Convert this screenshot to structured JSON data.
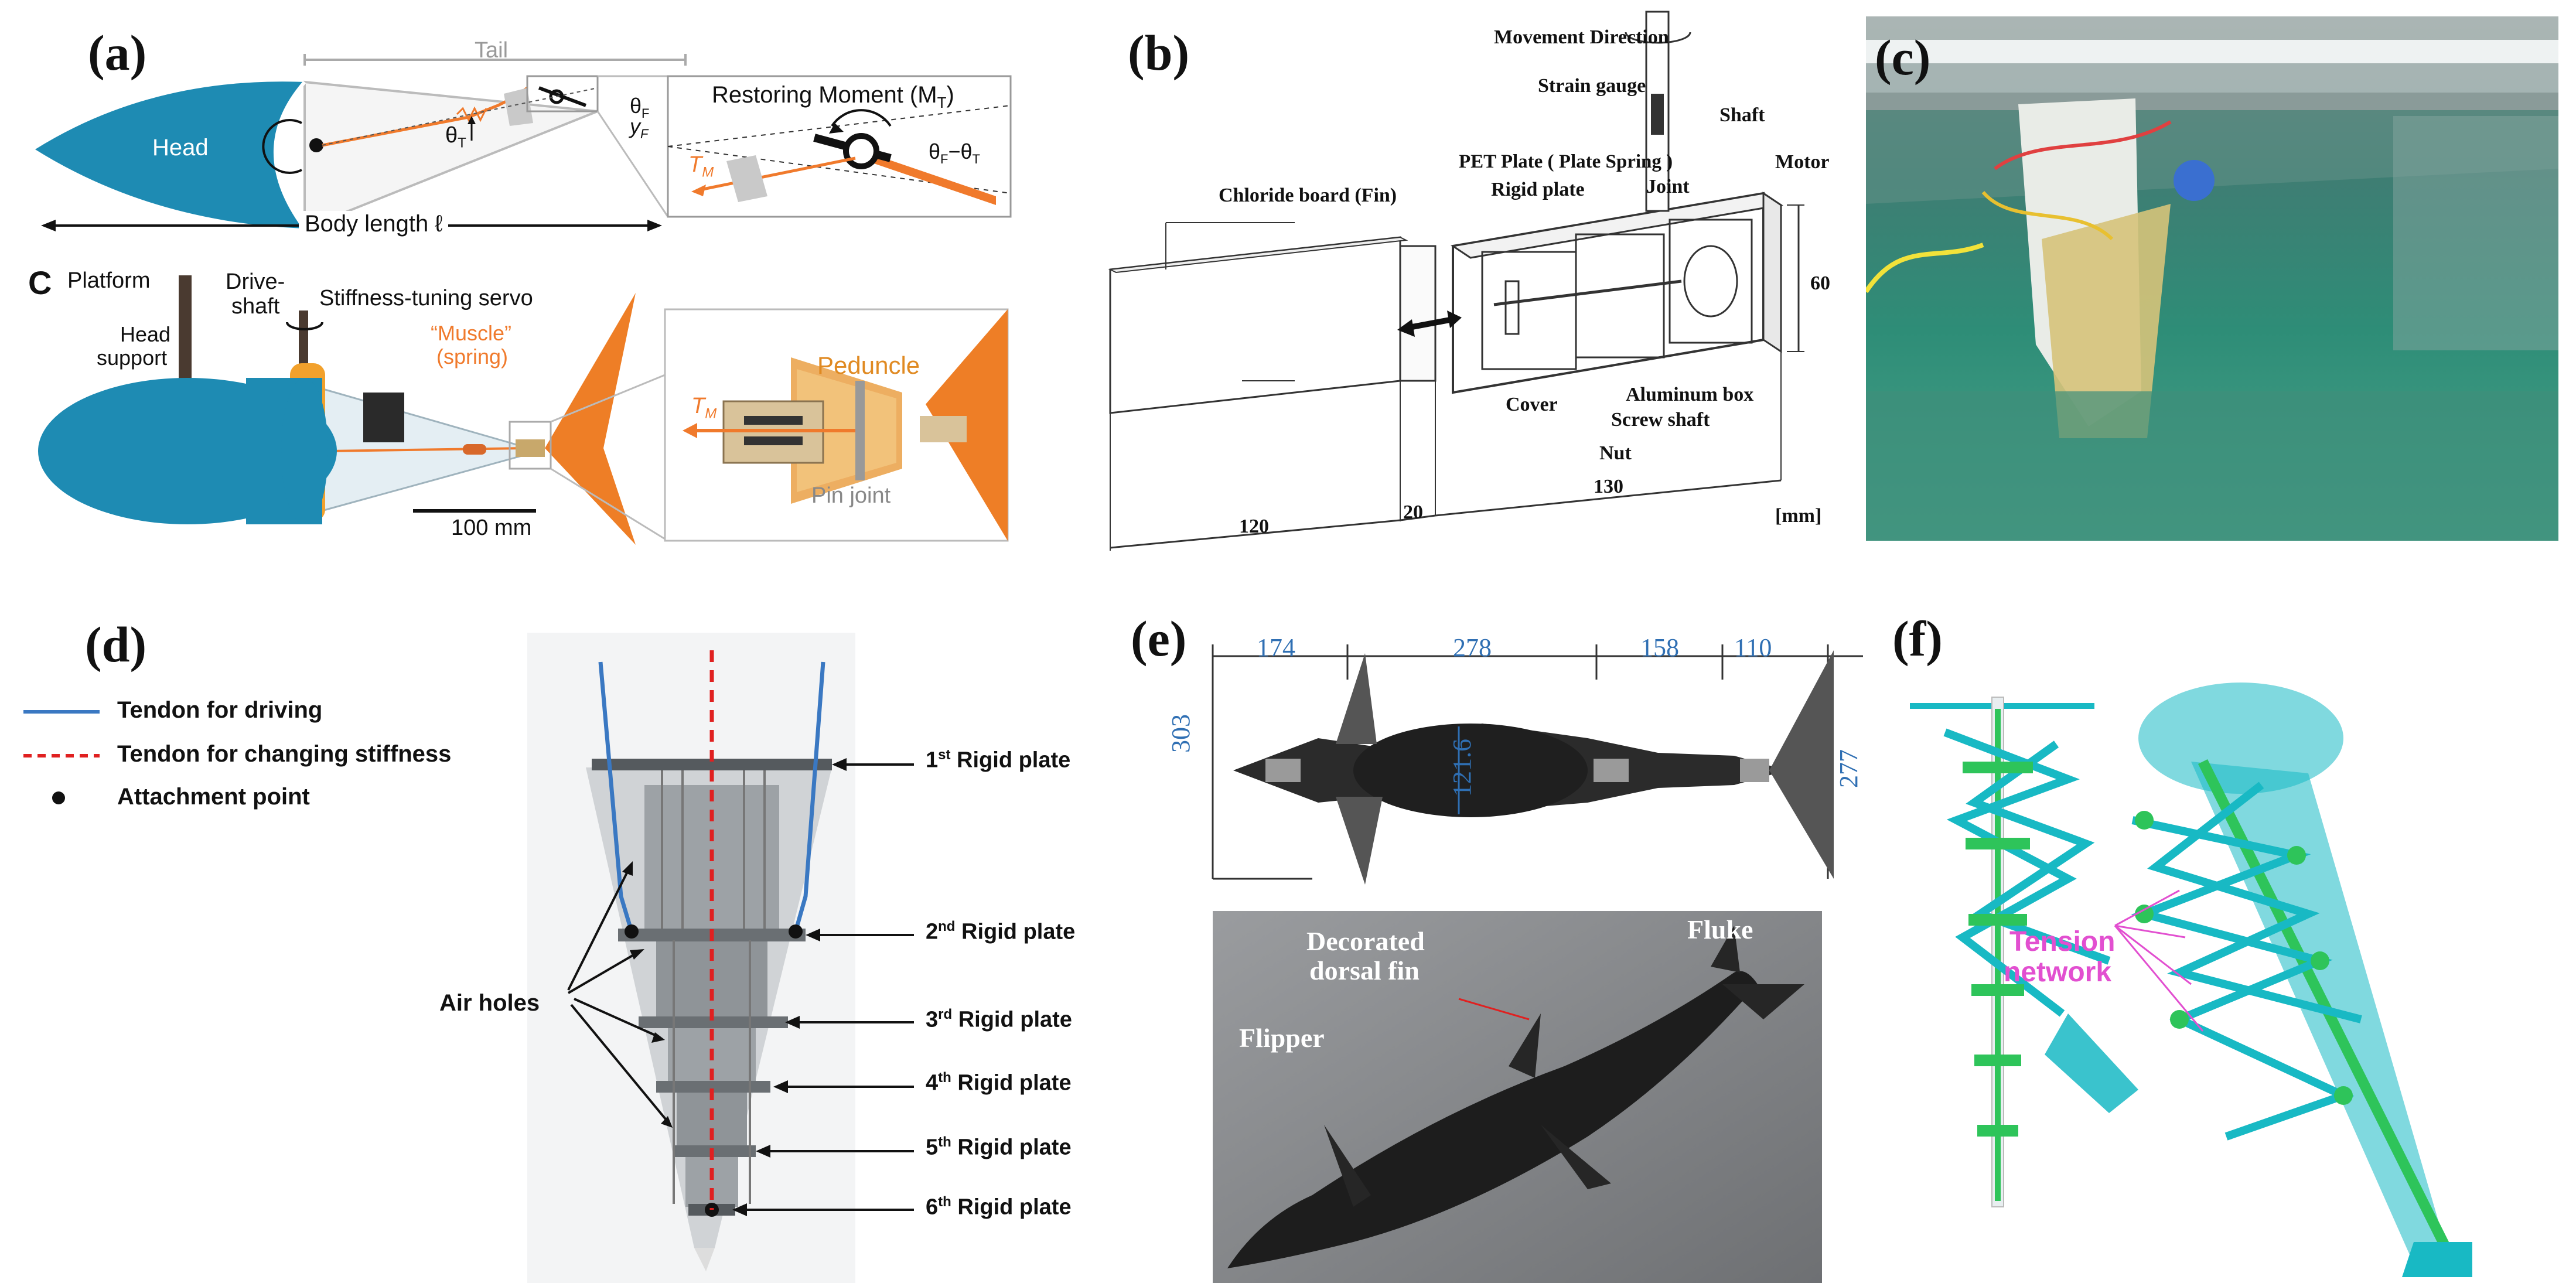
{
  "panel_a": {
    "label": "(a)",
    "head": "Head",
    "tail": "Tail",
    "body_length": "Body length ℓ",
    "restoring_moment": "Restoring Moment (M",
    "restoring_moment_sub": "T",
    "theta_t": "θ",
    "theta_f": "θ",
    "y_f": "y",
    "tm": "T",
    "theta_diff": "θ",
    "colors": {
      "head": "#1e8bb3",
      "orange": "#f07a2c",
      "gray": "#bdbdbd"
    }
  },
  "panel_c_small": {
    "label": "C",
    "platform": "Platform",
    "drive_shaft": [
      "Drive-",
      "shaft"
    ],
    "head_support": [
      "Head",
      "support"
    ],
    "servo": "Stiffness-tuning servo",
    "muscle": [
      "“Muscle”",
      "(spring)"
    ],
    "scale": "100 mm",
    "peduncle": "Peduncle",
    "pin_joint": "Pin joint",
    "tm": "T"
  },
  "panel_b": {
    "label": "(b)",
    "movement": "Movement Direction",
    "strain": "Strain gauge",
    "shaft": "Shaft",
    "pet": "PET Plate (  Plate Spring )",
    "rigid": "Rigid plate",
    "joint": "Joint",
    "motor": "Motor",
    "fin": "Chloride board (Fin)",
    "cover": "Cover",
    "aluminum": "Aluminum box",
    "screw": "Screw shaft",
    "nut": "Nut",
    "dims": [
      "120",
      "20",
      "130",
      "60"
    ],
    "unit": "[mm]"
  },
  "panel_c": {
    "label": "(c)"
  },
  "panel_d": {
    "label": "(d)",
    "legend": [
      "Tendon for driving",
      "Tendon for changing stiffness",
      "Attachment point"
    ],
    "air_holes": "Air holes",
    "plates": [
      {
        "ord": "1",
        "sup": "st",
        "text": "Rigid plate"
      },
      {
        "ord": "2",
        "sup": "nd",
        "text": "Rigid plate"
      },
      {
        "ord": "3",
        "sup": "rd",
        "text": "Rigid plate"
      },
      {
        "ord": "4",
        "sup": "th",
        "text": "Rigid plate"
      },
      {
        "ord": "5",
        "sup": "th",
        "text": "Rigid plate"
      },
      {
        "ord": "6",
        "sup": "th",
        "text": "Rigid plate"
      }
    ],
    "colors": {
      "driving": "#3a78c2",
      "stiffness": "#e02020"
    }
  },
  "panel_e": {
    "label": "(e)",
    "dims_top": [
      "174",
      "278",
      "158",
      "110"
    ],
    "dim_left": "303",
    "dim_mid": "121.6",
    "dim_right": "277",
    "decorated": [
      "Decorated",
      "dorsal fin"
    ],
    "fluke": "Fluke",
    "flipper": "Flipper"
  },
  "panel_f": {
    "label": "(f)",
    "tension": [
      "Tension",
      "network"
    ],
    "colors": {
      "frame": "#18b9c4",
      "green": "#2ec45a",
      "label": "#e24fd0"
    }
  }
}
